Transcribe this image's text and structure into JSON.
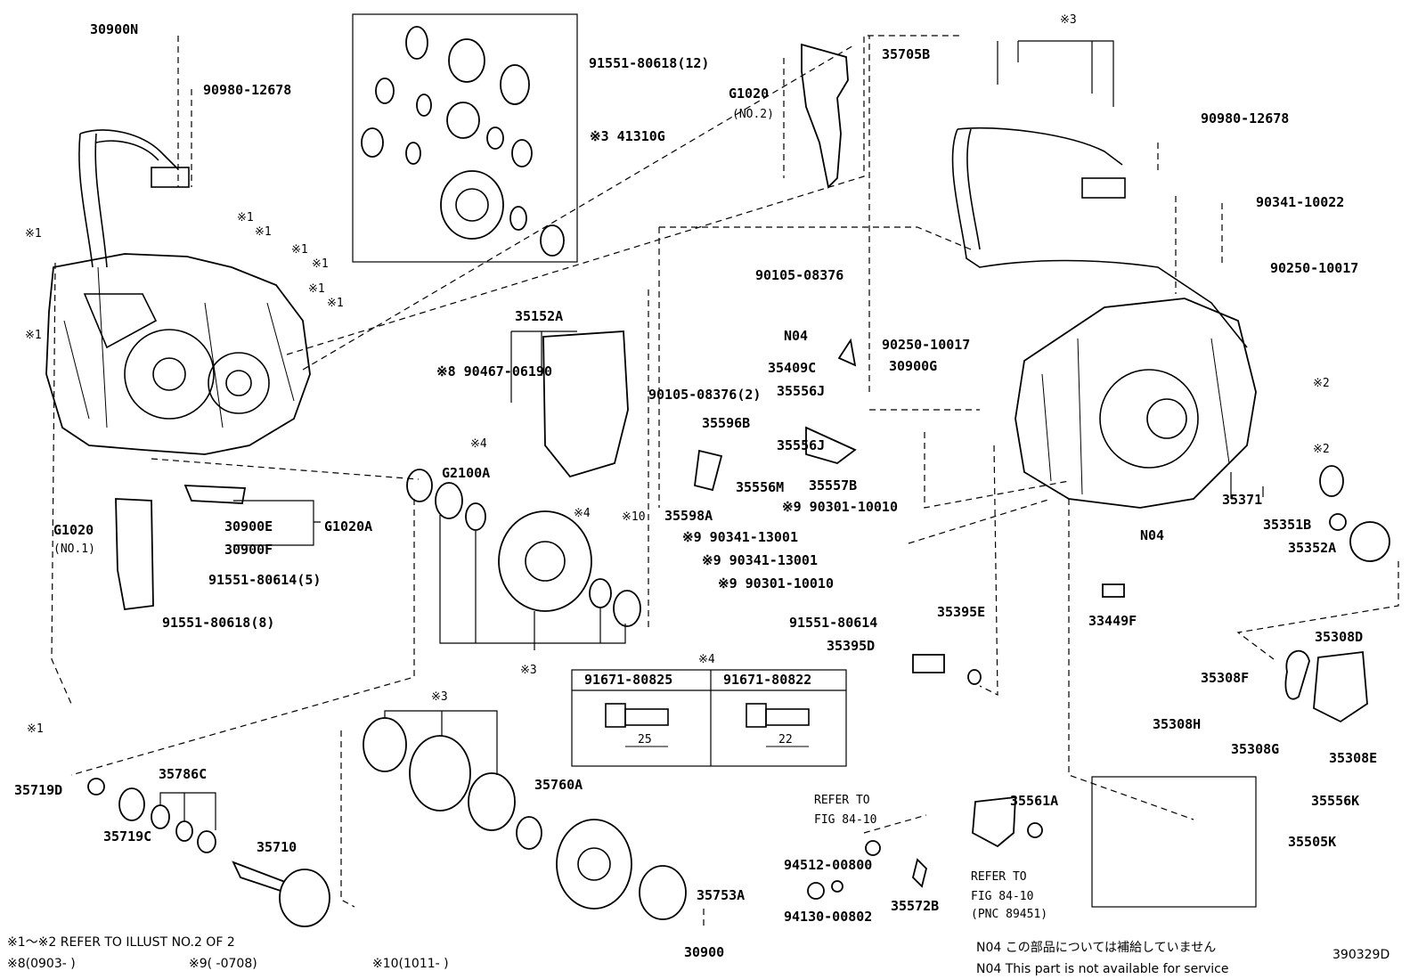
{
  "diagram": {
    "labels": [
      "30900N",
      "90980-12678",
      "※3 41310G",
      "91551-80618(12)",
      "G1020",
      "(NO.2)",
      "35705B",
      "※3",
      "90980-12678",
      "90341-10022",
      "90250-10017",
      "※1",
      "※1",
      "※1",
      "※1",
      "※1",
      "※1",
      "※1",
      "※1",
      "※1",
      "90105-08376",
      "N04",
      "35409C",
      "90250-10017",
      "30900G",
      "35152A",
      "※8 90467-06190",
      "90105-08376(2)",
      "35556J",
      "35596B",
      "35556J",
      "※4",
      "※4",
      "35556M",
      "35557B",
      "※9 90301-10010",
      "※10",
      "35598A",
      "※9 90341-13001",
      "※9 90341-13001",
      "※9 90301-10010",
      "G2100A",
      "G1020",
      "(NO.1)",
      "30900E",
      "G1020A",
      "30900F",
      "91551-80614(5)",
      "91551-80618(8)",
      "※3",
      "※2",
      "※2",
      "35371",
      "35351B",
      "35352A",
      "N04",
      "33449F",
      "91551-80614",
      "35395E",
      "35395D",
      "※4",
      "91671-80825",
      "91671-80822",
      "25",
      "22",
      "35308D",
      "35308F",
      "35308H",
      "35308G",
      "35308E",
      "35719D",
      "35786C",
      "35719C",
      "35710",
      "※3",
      "35760A",
      "35753A",
      "REFER TO",
      "FIG 84-10",
      "94512-00800",
      "94130-00802",
      "35561A",
      "REFER TO",
      "FIG 84-10",
      "(PNC 89451)",
      "35572B",
      "35556K",
      "35505K"
    ],
    "footnotes": {
      "line1": "※1～※2 REFER TO ILLUST NO.2 OF 2",
      "line2a": "※8(0903-       )",
      "line2b": "※9(       -0708)",
      "line2c": "※10(1011-       )",
      "assembly": "30900",
      "n04_jp": "N04 この部品については補給していません",
      "n04_en": "N04  This part is not available for service",
      "illust_no": "390329D"
    }
  }
}
